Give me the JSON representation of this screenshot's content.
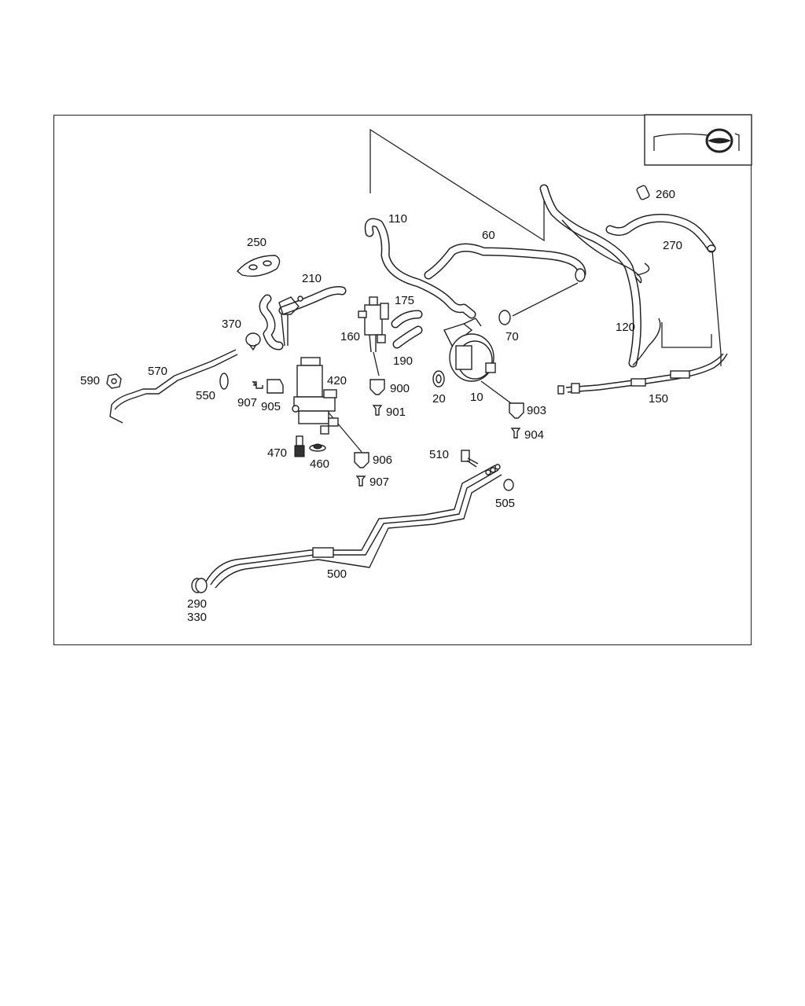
{
  "diagram": {
    "labels": {
      "p10": "10",
      "p20": "20",
      "p60": "60",
      "p70": "70",
      "p110": "110",
      "p120": "120",
      "p150": "150",
      "p160": "160",
      "p175": "175",
      "p190": "190",
      "p210": "210",
      "p250": "250",
      "p260": "260",
      "p270": "270",
      "p290": "290",
      "p330": "330",
      "p370": "370",
      "p420": "420",
      "p460": "460",
      "p470": "470",
      "p500": "500",
      "p505": "505",
      "p510": "510",
      "p550": "550",
      "p570": "570",
      "p590": "590",
      "p900": "900",
      "p901": "901",
      "p903": "903",
      "p904": "904",
      "p905": "905",
      "p906": "906",
      "p907a": "907",
      "p907b": "907"
    },
    "icons": {
      "corner": "vehicle-orientation-icon",
      "fastener_symbols": [
        "screw-symbol-icon",
        "bolt-symbol-icon"
      ]
    }
  }
}
